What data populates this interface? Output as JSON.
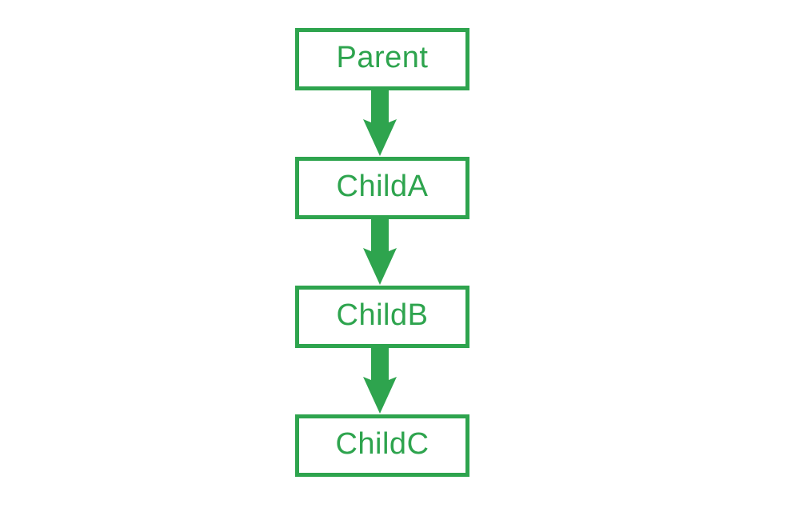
{
  "diagram": {
    "type": "inheritance-hierarchy",
    "accent_color": "#2EA44E",
    "background_color": "#FFFFFF",
    "nodes": [
      {
        "label": "Parent"
      },
      {
        "label": "ChildA"
      },
      {
        "label": "ChildB"
      },
      {
        "label": "ChildC"
      }
    ],
    "edges": [
      {
        "from": "Parent",
        "to": "ChildA"
      },
      {
        "from": "ChildA",
        "to": "ChildB"
      },
      {
        "from": "ChildB",
        "to": "ChildC"
      }
    ]
  }
}
